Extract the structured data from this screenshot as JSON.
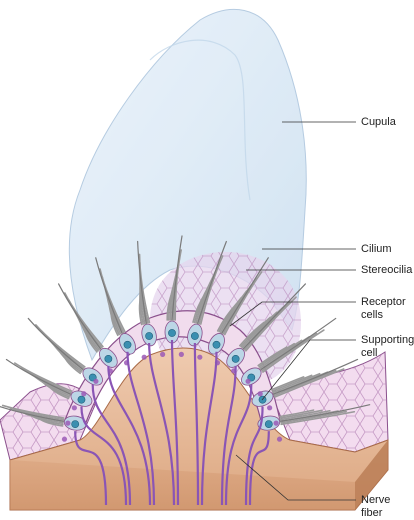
{
  "diagram": {
    "labels": {
      "cupula": "Cupula",
      "cilium": "Cilium",
      "stereocilia": "Stereocilia",
      "receptor_line1": "Receptor",
      "receptor_line2": "cells",
      "supporting_line1": "Supporting",
      "supporting_line2": "cell",
      "nerve_line1": "Nerve",
      "nerve_line2": "fiber"
    },
    "colors": {
      "cupula_fill": "#d9e8f5",
      "cupula_stroke": "#a9c3dc",
      "epithelium": "#f3dcef",
      "cell_border": "#8a4f8c",
      "nucleus": "#3a8fb0",
      "receptor_cell": "#bcd6e6",
      "connective": "#e9c3a7",
      "nerve": "#8a55b5",
      "hair": "#9a9a9a",
      "leader": "#333333"
    }
  }
}
